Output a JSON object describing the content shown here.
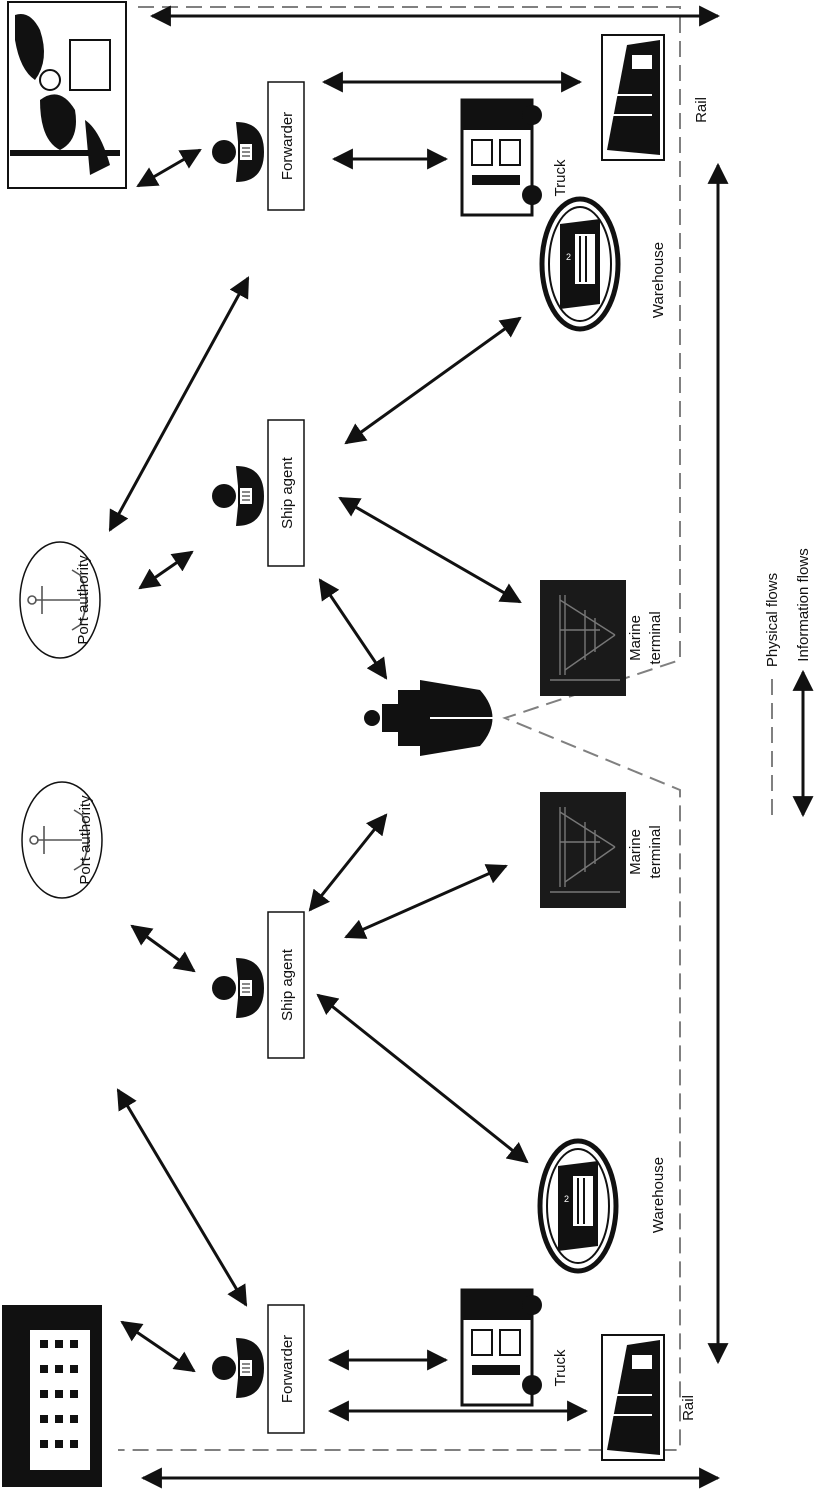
{
  "labels": {
    "forwarder": "Forwarder",
    "ship_agent": "Ship agent",
    "port_authority": "Port authority",
    "warehouse": "Warehouse",
    "truck": "Truck",
    "rail": "Rail",
    "marine_terminal_line1": "Marine",
    "marine_terminal_line2": "terminal"
  },
  "legend": {
    "physical_flows": "Physical flows",
    "information_flows": "Information flows"
  },
  "colors": {
    "ink": "#111111",
    "dash": "#808080",
    "photo_bg": "#1a1a1a"
  }
}
